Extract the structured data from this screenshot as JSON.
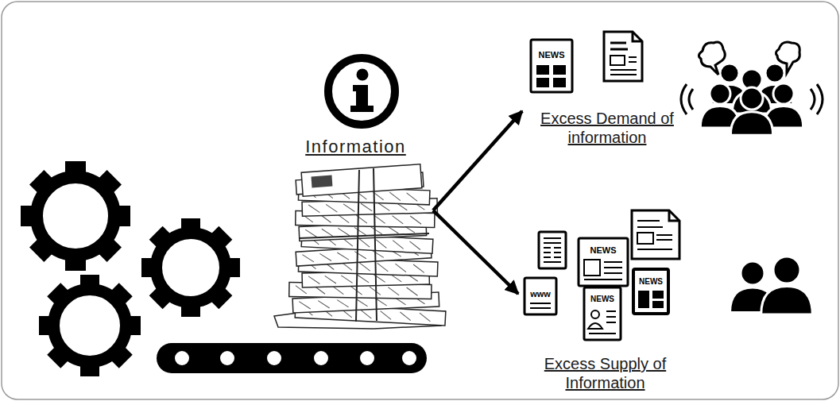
{
  "diagram": {
    "nodes": [
      {
        "text": [
          "Information"
        ]
      },
      {
        "text": [
          "Excess Demand of information"
        ]
      },
      {
        "text": [
          "Excess Supply of Information"
        ]
      }
    ],
    "edges": [
      {
        "from": 0,
        "to": 1,
        "arrow": "to"
      },
      {
        "from": 0,
        "to": 2,
        "arrow": "to"
      }
    ],
    "labels": [
      "NEWS",
      "NEWS",
      "NEWS",
      "www",
      "NEWS"
    ]
  }
}
